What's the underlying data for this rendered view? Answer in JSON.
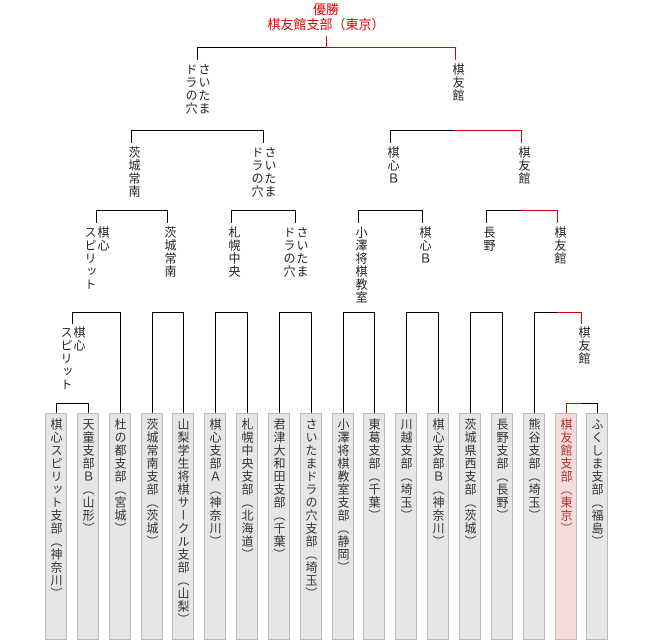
{
  "champion": {
    "heading": "優勝",
    "name": "棋友館支部（東京）"
  },
  "finalists": {
    "left": "さいたま\nドラの穴",
    "right": "棋友館"
  },
  "semifinalists": [
    "茨城常南",
    "さいたま\nドラの穴",
    "棋心Ｂ",
    "棋友館"
  ],
  "quarterfinalists": [
    "棋心\nスピリット",
    "茨城常南",
    "札幌中央",
    "さいたま\nドラの穴",
    "小澤将棋教室",
    "棋心Ｂ",
    "長野",
    "棋友館"
  ],
  "playin_winners": [
    "棋心\nスピリット",
    "棋友館"
  ],
  "teams": [
    {
      "name": "棋心スピリット支部（神奈川）",
      "is_champion": false
    },
    {
      "name": "天童支部Ｂ（山形）",
      "is_champion": false
    },
    {
      "name": "杜の都支部（宮城）",
      "is_champion": false
    },
    {
      "name": "茨城常南支部（茨城）",
      "is_champion": false
    },
    {
      "name": "山梨学生将棋サークル支部（山梨）",
      "is_champion": false
    },
    {
      "name": "棋心支部Ａ（神奈川）",
      "is_champion": false
    },
    {
      "name": "札幌中央支部（北海道）",
      "is_champion": false
    },
    {
      "name": "君津大和田支部（千葉）",
      "is_champion": false
    },
    {
      "name": "さいたまドラの穴支部（埼玉）",
      "is_champion": false
    },
    {
      "name": "小澤将棋教室支部（静岡）",
      "is_champion": false
    },
    {
      "name": "東葛支部（千葉）",
      "is_champion": false
    },
    {
      "name": "川越支部（埼玉）",
      "is_champion": false
    },
    {
      "name": "棋心支部Ｂ（神奈川）",
      "is_champion": false
    },
    {
      "name": "茨城県西支部（茨城）",
      "is_champion": false
    },
    {
      "name": "長野支部（長野）",
      "is_champion": false
    },
    {
      "name": "熊谷支部（埼玉）",
      "is_champion": false
    },
    {
      "name": "棋友館支部（東京）",
      "is_champion": true
    },
    {
      "name": "ふくしま支部（福島）",
      "is_champion": false
    }
  ],
  "colors": {
    "line": "#000000",
    "winner_path": "#dd0000",
    "champion_text": "#dd0000",
    "box_fill": "#e6e6e6",
    "box_border": "#b9b9b9",
    "champion_box_fill": "#f5dcdc",
    "champion_box_text": "#b03030"
  }
}
